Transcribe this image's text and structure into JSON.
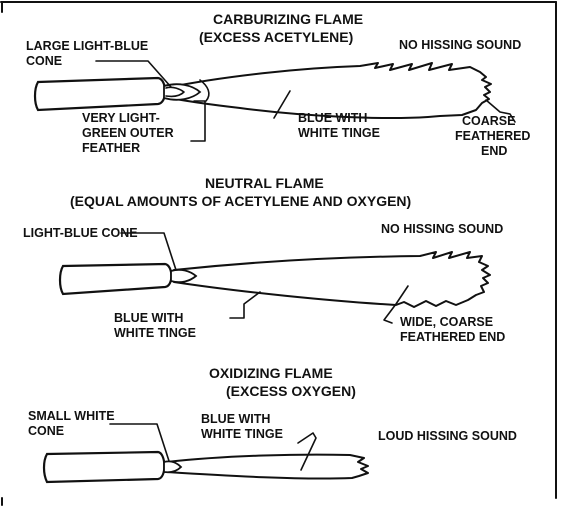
{
  "colors": {
    "ink": "#111111",
    "paper": "#ffffff"
  },
  "carburizing": {
    "title_line1": "CARBURIZING FLAME",
    "title_line2": "(EXCESS ACETYLENE)",
    "sound": "NO HISSING SOUND",
    "cone_label_line1": "LARGE LIGHT-BLUE",
    "cone_label_line2": "CONE",
    "feather_label_line1": "VERY LIGHT-",
    "feather_label_line2": "GREEN OUTER",
    "feather_label_line3": "FEATHER",
    "body_label_line1": "BLUE WITH",
    "body_label_line2": "WHITE TINGE",
    "end_label_line1": "COARSE",
    "end_label_line2": "FEATHERED",
    "end_label_line3": "END"
  },
  "neutral": {
    "title_line1": "NEUTRAL FLAME",
    "title_line2": "(EQUAL AMOUNTS OF ACETYLENE AND OXYGEN)",
    "sound": "NO HISSING SOUND",
    "cone_label": "LIGHT-BLUE CONE",
    "body_label_line1": "BLUE WITH",
    "body_label_line2": "WHITE TINGE",
    "end_label_line1": "WIDE, COARSE",
    "end_label_line2": "FEATHERED END"
  },
  "oxidizing": {
    "title_line1": "OXIDIZING FLAME",
    "title_line2": "(EXCESS OXYGEN)",
    "sound": "LOUD HISSING SOUND",
    "cone_label_line1": "SMALL WHITE",
    "cone_label_line2": "CONE",
    "body_label_line1": "BLUE WITH",
    "body_label_line2": "WHITE TINGE"
  }
}
